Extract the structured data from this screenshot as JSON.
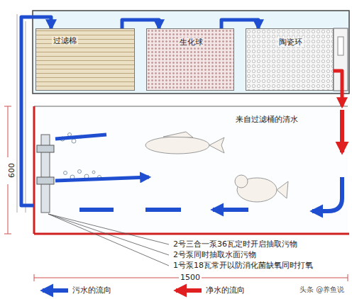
{
  "diagram": {
    "nodes": [
      {
        "text": [
          "过滤棉"
        ]
      },
      {
        "text": [
          "生化球"
        ]
      },
      {
        "text": [
          "陶瓷环"
        ]
      },
      {
        "text": [
          "来自过滤桶的清水"
        ]
      }
    ],
    "edges": [
      {
        "from": 0,
        "to": 1,
        "arrow": "to"
      },
      {
        "from": 1,
        "to": 2,
        "arrow": "to"
      },
      {
        "from": 2,
        "to": 3,
        "arrow": "to"
      },
      {
        "from": 3,
        "to": 0,
        "arrow": "to"
      }
    ],
    "labels": [
      "600",
      "2号三合一泵36瓦定时开启抽取污物",
      "2号泵同时抽取水面污物",
      "1号泵18瓦常开以防消化菌缺氧同时打氧",
      "1500",
      "头条 @养鱼说"
    ],
    "legend": [
      {
        "text": "污水的流向"
      },
      {
        "text": "净水的流向"
      }
    ]
  }
}
